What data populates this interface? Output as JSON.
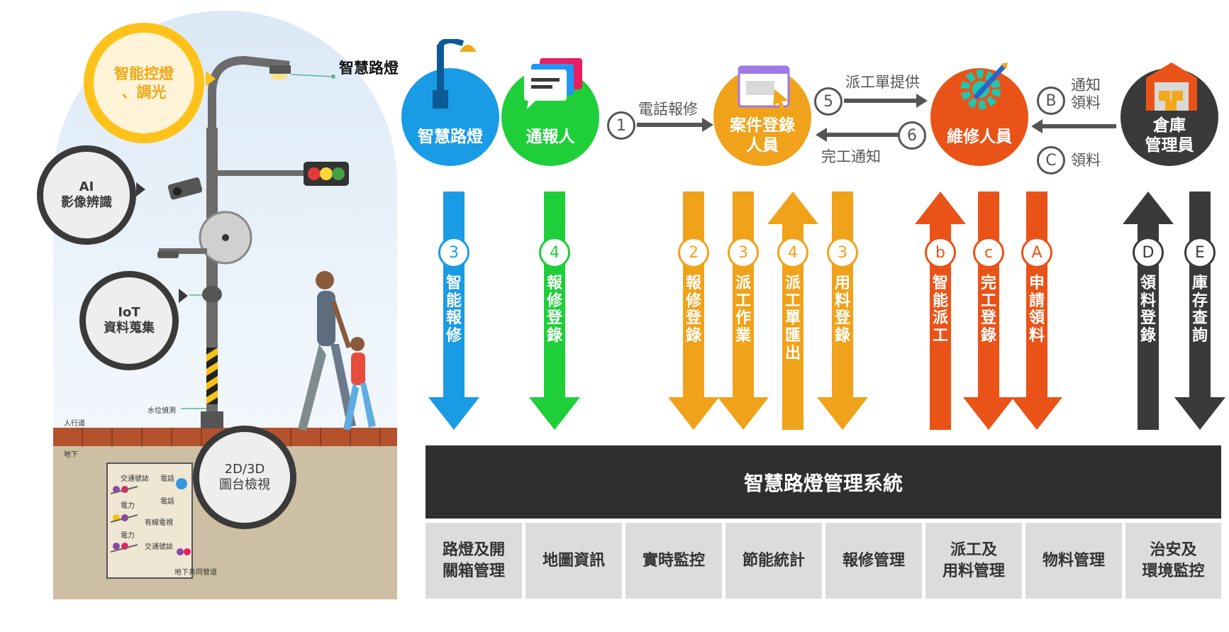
{
  "illustration": {
    "streetlight_label": "智慧路燈",
    "feature_bubbles": {
      "lighting": "智能控燈\n、調光",
      "ai": "AI\n影像辨識",
      "iot": "IoT\n資料蒐集",
      "map": "2D/3D\n圖台檢視"
    },
    "small_tags": {
      "sidewalk": "人行道",
      "underground": "地下",
      "water_level": "水位偵測",
      "duct_name": "地下共同管道"
    },
    "duct_labels": [
      "交通號誌",
      "電話",
      "電力",
      "電話",
      "有線電視",
      "電力",
      "交通號誌"
    ]
  },
  "actors": [
    {
      "id": "streetlight",
      "label": "智慧路燈",
      "color": "#1a9be6",
      "icon": "streetlight-icon"
    },
    {
      "id": "reporter",
      "label": "通報人",
      "color": "#1ecf3a",
      "icon": "message-icon"
    },
    {
      "id": "case_clerk",
      "label": "案件登錄\n人員",
      "color": "#f0a21a",
      "icon": "window-cursor-icon"
    },
    {
      "id": "technician",
      "label": "維修人員",
      "color": "#ea5318",
      "icon": "gear-wrench-icon"
    },
    {
      "id": "warehouse",
      "label": "倉庫\n管理員",
      "color": "#3a3a3a",
      "icon": "warehouse-icon"
    }
  ],
  "flows": {
    "step1": {
      "num": "1",
      "label": "電話報修"
    },
    "step5": {
      "num": "5",
      "label": "派工單提供"
    },
    "step6": {
      "num": "6",
      "label": "完工通知"
    },
    "stepB": {
      "num": "B",
      "label": "通知\n領料"
    },
    "stepC": {
      "num": "C",
      "label": "領料"
    }
  },
  "vertical_arrows": [
    {
      "num": "3",
      "label": "智能報修",
      "direction": "down",
      "color": "#1a9be6"
    },
    {
      "num": "4",
      "label": "報修登錄",
      "direction": "down",
      "color": "#1ecf3a"
    },
    {
      "num": "2",
      "label": "報修登錄",
      "direction": "down",
      "color": "#f0a21a"
    },
    {
      "num": "3",
      "label": "派工作業",
      "direction": "down",
      "color": "#f0a21a"
    },
    {
      "num": "4",
      "label": "派工單匯出",
      "direction": "up",
      "color": "#f0a21a"
    },
    {
      "num": "3",
      "label": "用料登錄",
      "direction": "down",
      "color": "#f0a21a"
    },
    {
      "num": "b",
      "label": "智能派工",
      "direction": "up",
      "color": "#ea5318"
    },
    {
      "num": "c",
      "label": "完工登錄",
      "direction": "down",
      "color": "#ea5318"
    },
    {
      "num": "A",
      "label": "申請領料",
      "direction": "down",
      "color": "#ea5318"
    },
    {
      "num": "D",
      "label": "領料登錄",
      "direction": "up",
      "color": "#3a3a3a"
    },
    {
      "num": "E",
      "label": "庫存查詢",
      "direction": "down",
      "color": "#3a3a3a"
    }
  ],
  "system": {
    "title": "智慧路燈管理系統"
  },
  "modules": [
    "路燈及開\n關箱管理",
    "地圖資訊",
    "實時監控",
    "節能統計",
    "報修管理",
    "派工及\n用料管理",
    "物料管理",
    "治安及\n環境監控"
  ]
}
